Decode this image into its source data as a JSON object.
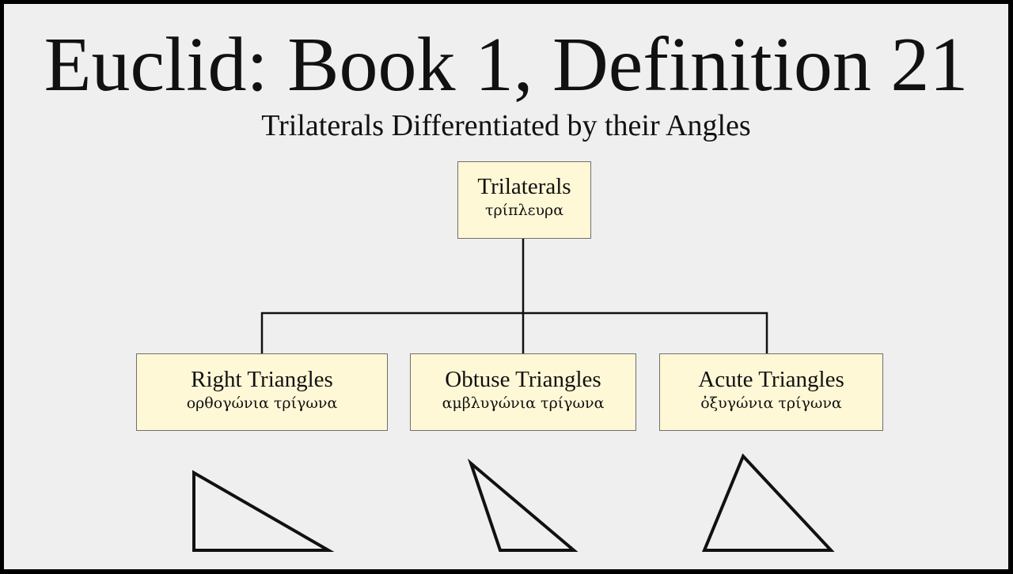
{
  "diagram": {
    "title": "Euclid: Book 1, Definition 21",
    "subtitle": "Trilaterals Differentiated by their Angles",
    "root": {
      "label": "Trilaterals",
      "greek": "τρίπλευρα"
    },
    "children": [
      {
        "label": "Right Triangles",
        "greek": "ορθογώνια τρίγωνα"
      },
      {
        "label": "Obtuse Triangles",
        "greek": "αμβλυγώνια τρίγωνα"
      },
      {
        "label": "Acute Triangles",
        "greek": "ὀξυγώνια τρίγωνα"
      }
    ],
    "colors": {
      "background": "#efefef",
      "frame": "#000000",
      "box_fill": "#fff8d6",
      "box_border": "#6f6f6f",
      "line": "#111111"
    }
  }
}
